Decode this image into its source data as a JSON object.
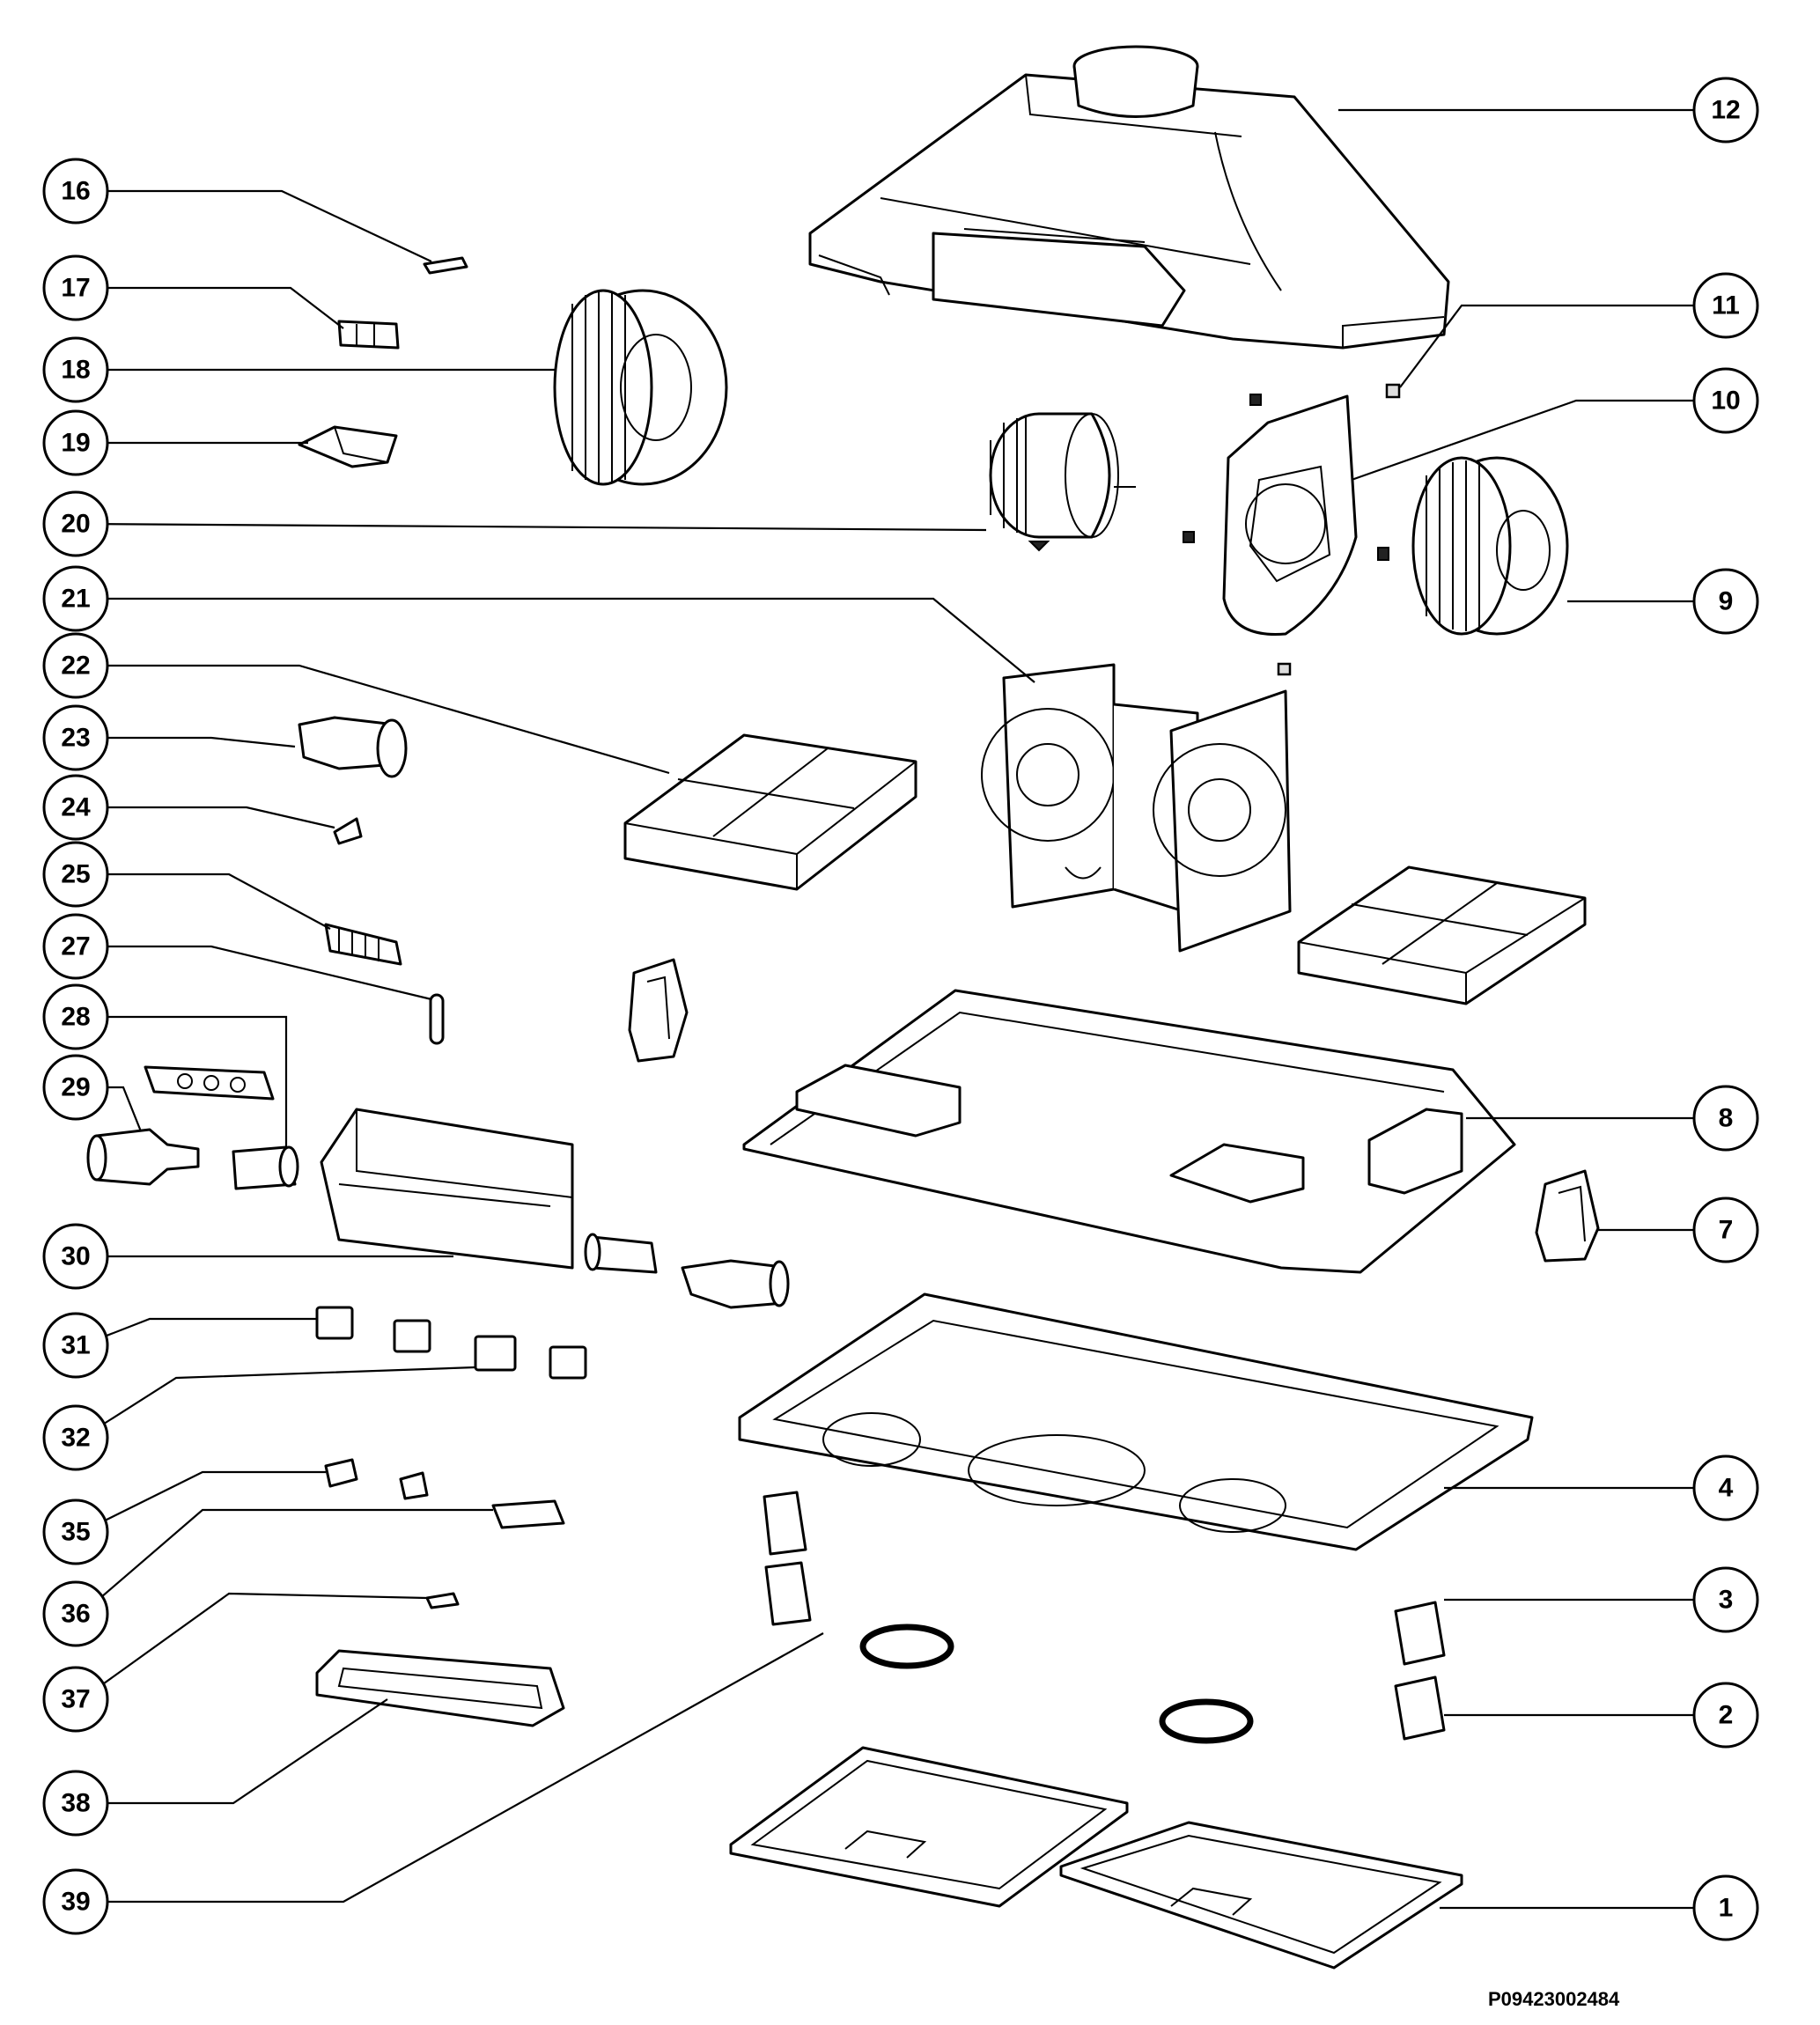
{
  "diagram": {
    "reference_code": "P09423002484",
    "callouts": [
      {
        "id": "c1",
        "label": "1"
      },
      {
        "id": "c2",
        "label": "2"
      },
      {
        "id": "c3",
        "label": "3"
      },
      {
        "id": "c4",
        "label": "4"
      },
      {
        "id": "c7",
        "label": "7"
      },
      {
        "id": "c8",
        "label": "8"
      },
      {
        "id": "c9",
        "label": "9"
      },
      {
        "id": "c10",
        "label": "10"
      },
      {
        "id": "c11",
        "label": "11"
      },
      {
        "id": "c12",
        "label": "12"
      },
      {
        "id": "c16",
        "label": "16"
      },
      {
        "id": "c17",
        "label": "17"
      },
      {
        "id": "c18",
        "label": "18"
      },
      {
        "id": "c19",
        "label": "19"
      },
      {
        "id": "c20",
        "label": "20"
      },
      {
        "id": "c21",
        "label": "21"
      },
      {
        "id": "c22",
        "label": "22"
      },
      {
        "id": "c23",
        "label": "23"
      },
      {
        "id": "c24",
        "label": "24"
      },
      {
        "id": "c25",
        "label": "25"
      },
      {
        "id": "c27",
        "label": "27"
      },
      {
        "id": "c28",
        "label": "28"
      },
      {
        "id": "c29",
        "label": "29"
      },
      {
        "id": "c30",
        "label": "30"
      },
      {
        "id": "c31",
        "label": "31"
      },
      {
        "id": "c32",
        "label": "32"
      },
      {
        "id": "c35",
        "label": "35"
      },
      {
        "id": "c36",
        "label": "36"
      },
      {
        "id": "c37",
        "label": "37"
      },
      {
        "id": "c38",
        "label": "38"
      },
      {
        "id": "c39",
        "label": "39"
      }
    ]
  }
}
